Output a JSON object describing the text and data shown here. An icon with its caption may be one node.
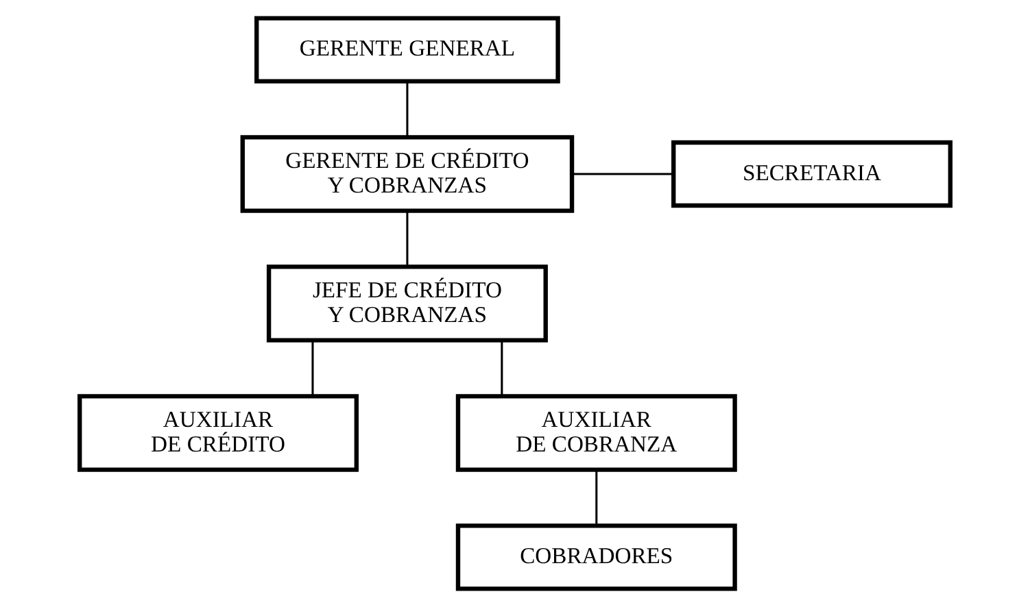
{
  "diagram": {
    "nodes": [
      {
        "text": [
          "GERENTE GENERAL"
        ]
      },
      {
        "text": [
          "GERENTE DE CRÉDITO Y COBRANZAS"
        ]
      },
      {
        "text": [
          "SECRETARIA"
        ]
      },
      {
        "text": [
          "JEFE DE CRÉDITO Y COBRANZAS"
        ]
      },
      {
        "text": [
          "AUXILIAR DE CRÉDITO"
        ]
      },
      {
        "text": [
          "AUXILIAR DE COBRANZA"
        ]
      },
      {
        "text": [
          "COBRADORES"
        ]
      }
    ],
    "edges": [
      {
        "from": 0,
        "to": 1,
        "arrow": "none"
      },
      {
        "from": 1,
        "to": 2,
        "arrow": "none"
      },
      {
        "from": 1,
        "to": 3,
        "arrow": "none"
      },
      {
        "from": 3,
        "to": 4,
        "arrow": "none"
      },
      {
        "from": 3,
        "to": 5,
        "arrow": "none"
      },
      {
        "from": 5,
        "to": 6,
        "arrow": "none"
      }
    ]
  }
}
